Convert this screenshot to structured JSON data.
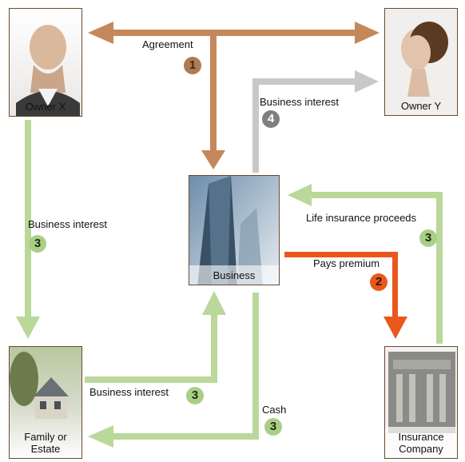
{
  "boxes": {
    "owner_x": "Owner X",
    "owner_y": "Owner Y",
    "business": "Business",
    "family_line1": "Family or",
    "family_line2": "Estate",
    "insurance_line1": "Insurance",
    "insurance_line2": "Company"
  },
  "flows": {
    "agreement": {
      "label": "Agreement",
      "step": "1"
    },
    "business_interest_y": {
      "label": "Business interest",
      "step": "4"
    },
    "business_interest_x": {
      "label": "Business interest",
      "step": "3"
    },
    "life_insurance": {
      "label": "Life insurance proceeds",
      "step": "3"
    },
    "pays_premium": {
      "label": "Pays premium",
      "step": "2"
    },
    "business_interest_family": {
      "label": "Business interest",
      "step": "3"
    },
    "cash": {
      "label": "Cash",
      "step": "3"
    }
  },
  "colors": {
    "brown_arrow": "#c4885a",
    "gray_arrow": "#c8c8c8",
    "green_arrow": "#b9d89a",
    "orange_arrow": "#e8581c",
    "badge_brown": "#b07a52",
    "badge_gray": "#7f7f7f",
    "badge_green": "#a9cf86",
    "badge_orange": "#e8581c"
  }
}
